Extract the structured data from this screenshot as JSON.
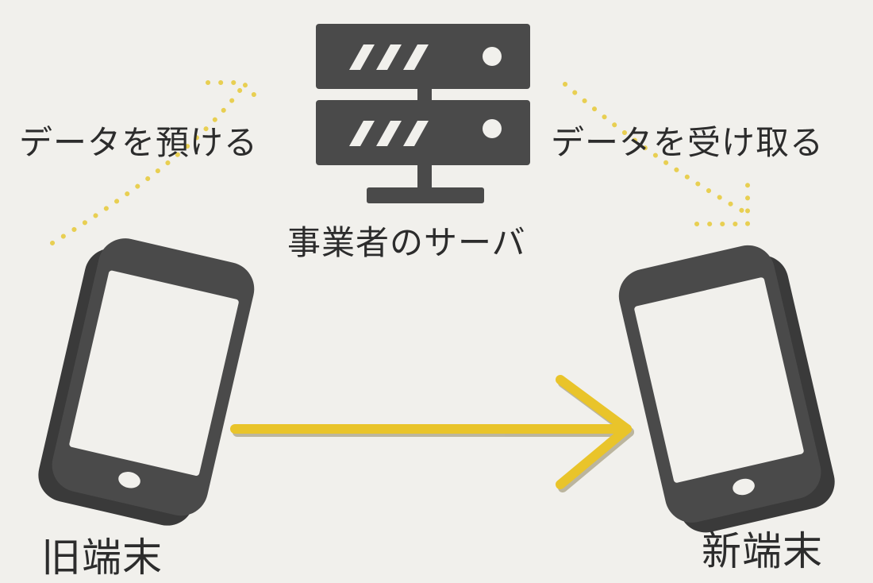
{
  "labels": {
    "send": "データを預ける",
    "receive": "データを受け取る",
    "server": "事業者のサーバ",
    "old_device": "旧端末",
    "new_device": "新端末"
  },
  "icons": {
    "server": "server-icon",
    "old_device": "smartphone-icon",
    "new_device": "smartphone-icon",
    "transfer": "arrow-right-icon"
  },
  "colors": {
    "background": "#f1f0ec",
    "icon": "#4a4a4a",
    "arrow": "#e9c42a",
    "dotted": "#e8cf52",
    "text": "#2c2c2c"
  }
}
